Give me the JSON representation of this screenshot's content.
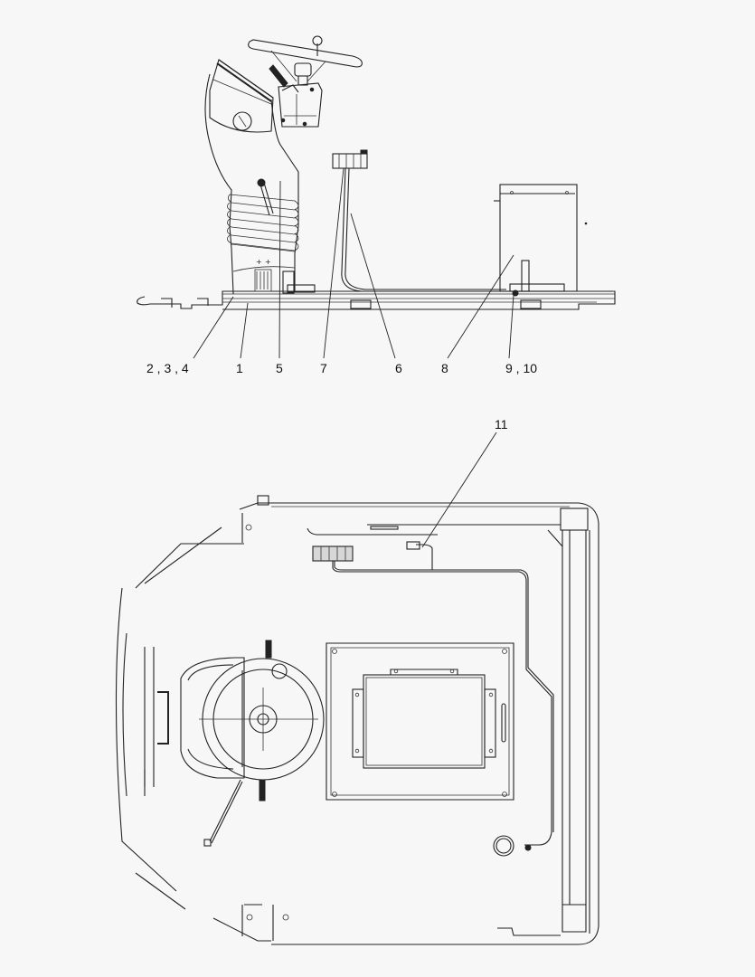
{
  "diagram": {
    "type": "parts-assembly-drawing",
    "views": [
      {
        "name": "side-view",
        "description": "Side elevation of steering column, switch block, harness and control box on floor plate"
      },
      {
        "name": "top-view",
        "description": "Plan view of operator platform with steering wheel, switch block, harness routing, control box and sensor"
      }
    ],
    "callouts": {
      "c234": "2 , 3 , 4",
      "c1": "1",
      "c5": "5",
      "c7": "7",
      "c6": "6",
      "c8": "8",
      "c910": "9 , 10",
      "c11": "11"
    },
    "colors": {
      "background": "#f7f7f7",
      "line": "#222222"
    }
  }
}
